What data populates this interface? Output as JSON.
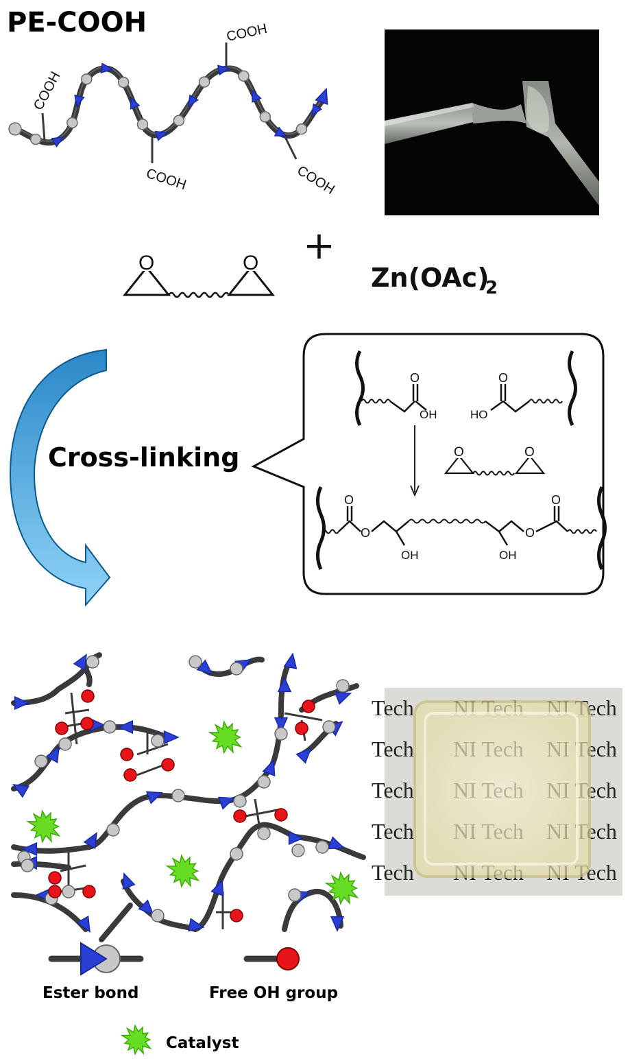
{
  "title": "PE-COOH",
  "cooh_label": "COOH",
  "plus_sign": "+",
  "catalyst_formula": {
    "main": "Zn(OAc)",
    "subscript": "2"
  },
  "epoxide_atom": "O",
  "crosslinking_label": "Cross-linking",
  "mechanism": {
    "oh_label": "OH",
    "ho_label": "HO",
    "o_label": "O"
  },
  "photo_watermark": [
    "Tech",
    "NI Tech",
    "NI Tech"
  ],
  "legend": {
    "ester_bond": "Ester bond",
    "free_oh": "Free OH group",
    "catalyst": "Catalyst"
  },
  "colors": {
    "chain": "#3a3a3a",
    "bead": "#c8c8c8",
    "arrowhead": "#2a3fd6",
    "oh_dot": "#e8141a",
    "catalyst": "#66dd22",
    "process_arrow_light": "#8fd3f7",
    "process_arrow_dark": "#2b88c8"
  }
}
